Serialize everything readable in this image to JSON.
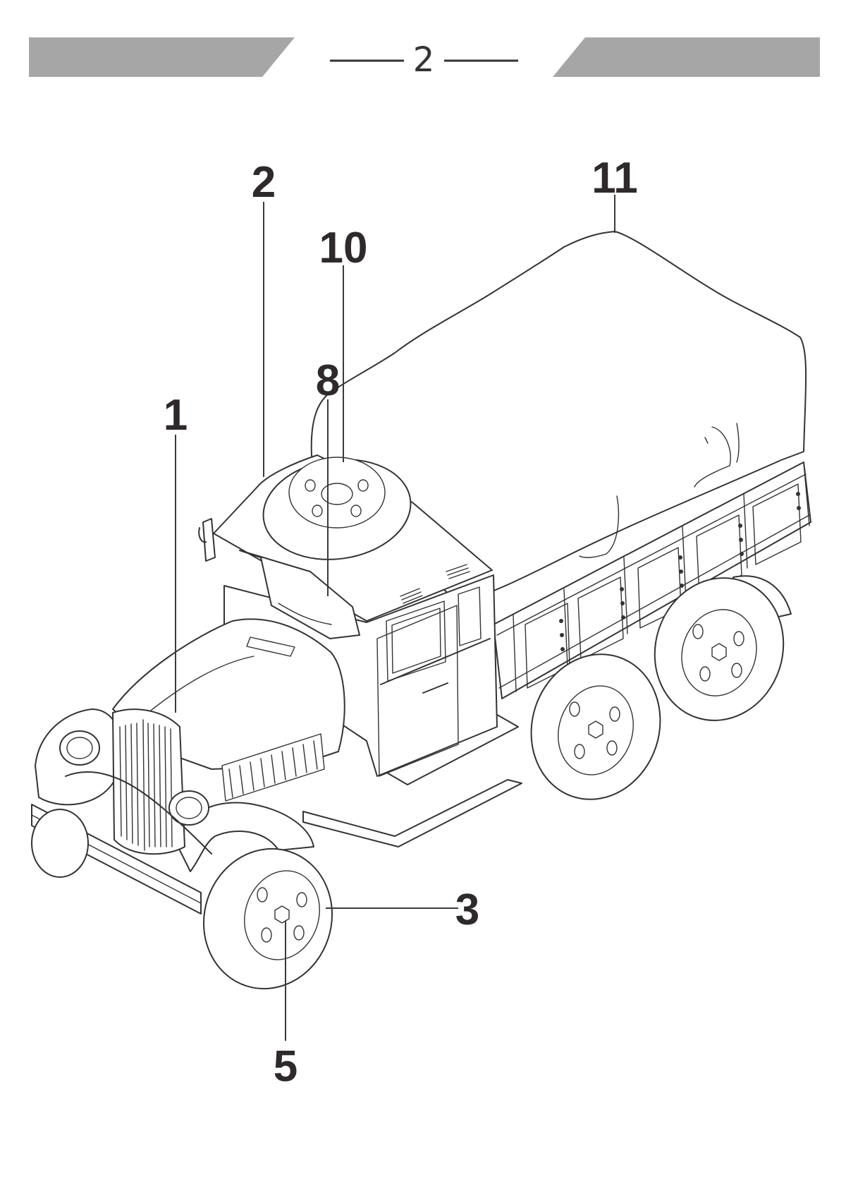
{
  "header": {
    "page_number": "2",
    "band_color": "#a6a6a6"
  },
  "diagram": {
    "subject_icon": "truck-illustration",
    "callouts": [
      {
        "id": "1",
        "label": "1"
      },
      {
        "id": "2",
        "label": "2"
      },
      {
        "id": "3",
        "label": "3"
      },
      {
        "id": "5",
        "label": "5"
      },
      {
        "id": "8",
        "label": "8"
      },
      {
        "id": "10",
        "label": "10"
      },
      {
        "id": "11",
        "label": "11"
      }
    ]
  }
}
